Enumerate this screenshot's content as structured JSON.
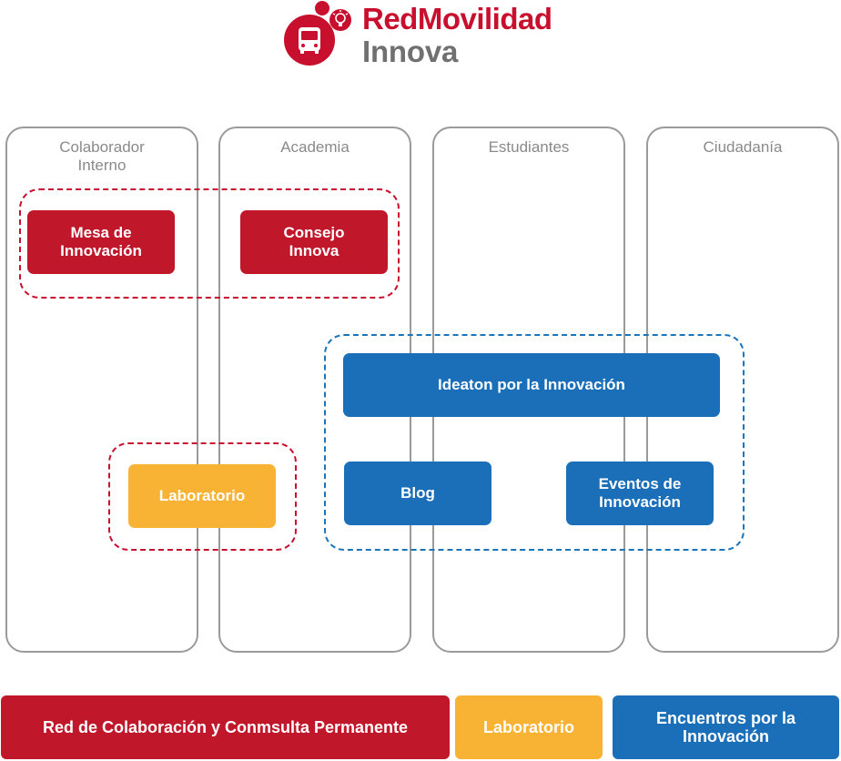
{
  "logo": {
    "line1": "RedMovilidad",
    "line2": "Innova"
  },
  "columns": [
    {
      "title": "Colaborador\nInterno"
    },
    {
      "title": "Academia"
    },
    {
      "title": "Estudiantes"
    },
    {
      "title": "Ciudadanía"
    }
  ],
  "nodes": {
    "mesa": "Mesa de Innovación",
    "consejo": "Consejo Innova",
    "ideaton": "Ideaton por la Innovación",
    "laboratorio": "Laboratorio",
    "blog": "Blog",
    "eventos": "Eventos de Innovación"
  },
  "legend": {
    "red": "Red de Colaboración y Conmsulta Permanente",
    "yellow": "Laboratorio",
    "blue": "Encuentros por la Innovación"
  },
  "colors": {
    "red": "#c0172a",
    "yellow": "#f8b334",
    "blue": "#1b6fb8",
    "column_border": "#9a9a9a"
  },
  "icons": [
    "bus-icon",
    "lightbulb-icon"
  ]
}
